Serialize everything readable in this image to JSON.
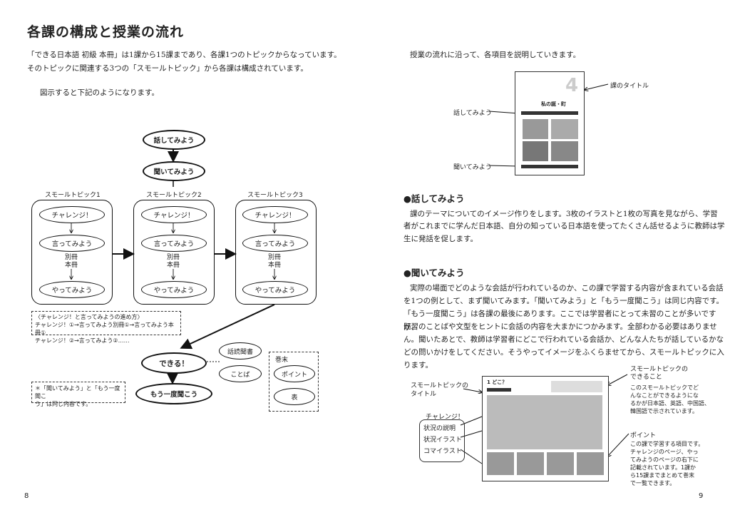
{
  "left": {
    "title": "各課の構成と授業の流れ",
    "intro1": "「できる日本語 初級 本冊」は1課から15課まであり、各課1つのトピックからなっています。",
    "intro2": "そのトピックに関連する3つの「スモールトピック」から各課は構成されています。",
    "intro3": "図示すると下記のようになります。",
    "page_number": "8"
  },
  "flow": {
    "top": "話してみよう",
    "second": "聞いてみよう",
    "small_topics": [
      "スモールトピック1",
      "スモールトピック2",
      "スモールトピック3"
    ],
    "challenge": "チャレンジ！",
    "iitemiyou": "言ってみよう",
    "bessatsu": "別冊",
    "honsatsu": "本冊",
    "yattemiyou": "やってみよう",
    "dekiru": "できる！",
    "mou_ichido": "もう一度聞こう",
    "dokkai": "話読聞書",
    "kotoba": "ことば",
    "kanmatsu": "巻末",
    "point": "ポイント",
    "hyou": "表"
  },
  "note_box": {
    "line1": "〈チャレンジ！と言ってみようの進め方〉",
    "line2": "チャレンジ！①→言ってみよう別冊①→言ってみよう本冊①",
    "line3": "チャレンジ！②→言ってみよう②……"
  },
  "note_box2": {
    "line1": "＊「聞いてみよう」と「もう一度聞こ",
    "line2": "う」は同じ内容です。"
  },
  "right": {
    "intro": "授業の流れに沿って、各項目を説明していきます。",
    "label_lesson_title": "課のタイトル",
    "label_hanashite": "話してみよう",
    "label_kiite": "聞いてみよう",
    "thumb_number": "4",
    "thumb_lesson": "私の誕・町",
    "sec1_head": "●話してみよう",
    "sec1_lines": [
      "課のテーマについてのイメージ作りをします。3枚のイラストと1枚の写真を見ながら、学習",
      "者がこれまでに学んだ日本語、自分の知っている日本語を使ってたくさん話せるように教師は学",
      "生に発話を促します。"
    ],
    "sec2_head": "●聞いてみよう",
    "sec2_lines": [
      "実際の場面でどのような会話が行われているのか、この課で学習する内容が含まれている会話",
      "を1つの例として、まず聞いてみます。「聞いてみよう」と「もう一度聞こう」は同じ内容です。",
      "「もう一度聞こう」は各課の最後にあります。ここでは学習者にとって未習のことが多いですが、",
      "既習のことばや文型をヒントに会話の内容を大まかにつかみます。全部わかる必要はありませ",
      "ん。聞いたあとで、教師は学習者にどこで行われている会話か、どんな人たちが話しているかな",
      "どの問いかけをしてください。そうやってイメージをふくらませてから、スモールトピックに入",
      "ります。"
    ],
    "label_st_title1": "スモールトピックの",
    "label_st_title2": "タイトル",
    "label_challenge": "チャレンジ！",
    "label_jokyo_setsumei": "状況の説明",
    "label_jokyo_illust": "状況イラスト",
    "label_koma_illust": "コマイラスト",
    "label_dekiru_head1": "スモールトピックの",
    "label_dekiru_head2": "できること",
    "label_dekiru_desc": [
      "このスモールトピックでど",
      "んなことができるようにな",
      "るかが日本語、英語、中国語、",
      "韓国語で示されています。"
    ],
    "label_point_head": "ポイント",
    "label_point_desc": [
      "この課で学習する項目です。",
      "チャレンジのページ、やっ",
      "てみようのページの右下に",
      "記載されています。1課か",
      "ら15課までまとめて巻末",
      "で一覧できます。"
    ],
    "thumb2_title": "1 どこ？",
    "page_number": "9"
  }
}
